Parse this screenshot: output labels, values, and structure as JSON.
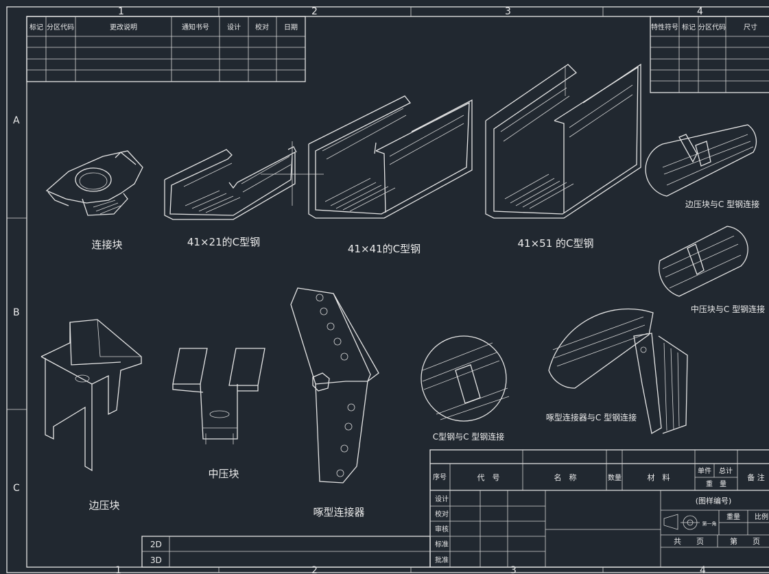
{
  "frame": {
    "top_zones": [
      "1",
      "2",
      "3",
      "4"
    ],
    "bottom_zones": [
      "1",
      "2",
      "3",
      "4"
    ],
    "side_zones": [
      "A",
      "B",
      "C"
    ]
  },
  "revision_table": {
    "headers": [
      "标记",
      "分区代码",
      "更改说明",
      "通知书号",
      "设计",
      "校对",
      "日期"
    ]
  },
  "property_table": {
    "headers": [
      "特性符号",
      "标记",
      "分区代码",
      "尺寸"
    ]
  },
  "parts": {
    "connector_block": "连接块",
    "c_steel_41x21": "41×21的C型钢",
    "c_steel_41x41": "41×41的C型钢",
    "c_steel_41x51": "41×51 的C型钢",
    "edge_clamp": "边压块",
    "middle_clamp": "中压块",
    "beak_connector": "啄型连接器"
  },
  "details": {
    "edge_clamp_to_c": "边压块与C 型钢连接",
    "middle_clamp_to_c": "中压块与C 型钢连接",
    "c_to_c": "C型钢与C 型钢连接",
    "beak_to_c": "啄型连接器与C 型钢连接"
  },
  "title_block": {
    "seq": "序号",
    "code": "代　号",
    "name": "名　称",
    "qty": "数量",
    "material": "材　料",
    "unit": "单件",
    "total": "总计",
    "weight": "重　量",
    "remark": "备 注",
    "drawing_no": "(图样编号)",
    "design": "设计",
    "check": "校对",
    "review": "审核",
    "standard": "标准",
    "approve": "批准",
    "weight2": "重量",
    "scale": "比例",
    "first_angle": "第一角",
    "total_sheets": "共　　页",
    "sheet_no": "第　　页",
    "dim_2d": "2D",
    "dim_3d": "3D"
  },
  "colors": {
    "background": "#212830",
    "lines": "#e6e6e6"
  }
}
